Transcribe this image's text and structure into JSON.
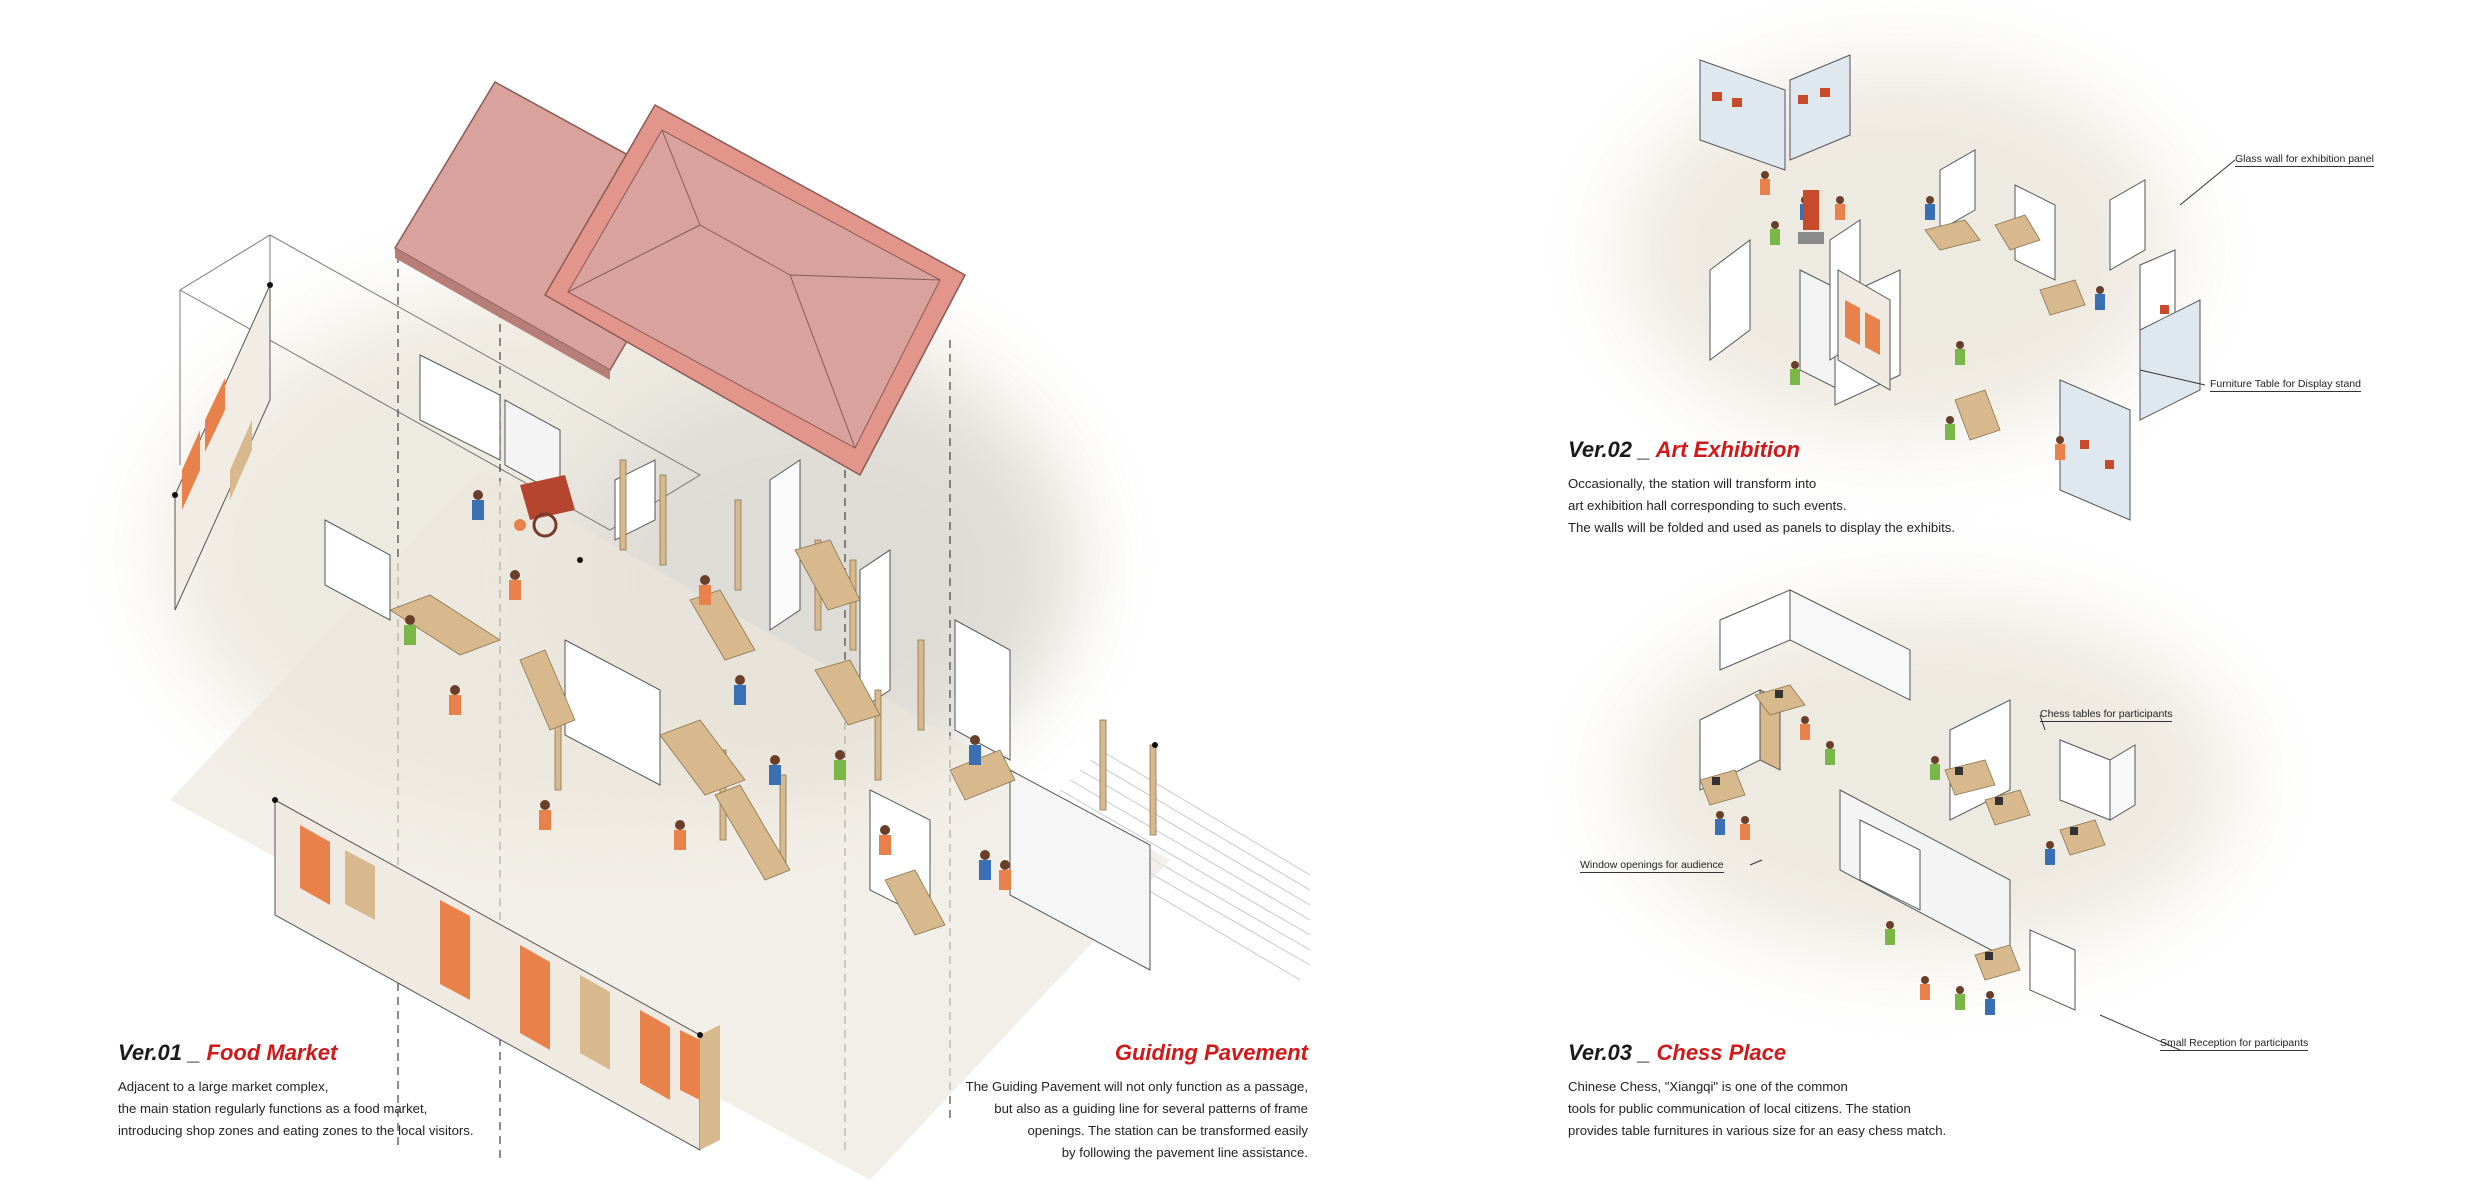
{
  "captions": {
    "food_market": {
      "ver": "Ver.01 _",
      "name": "Food Market",
      "lines": [
        "Adjacent to a large market complex,",
        "the main station regularly functions as a food market,",
        "introducing shop zones and eating zones to the local visitors."
      ]
    },
    "guiding_pavement": {
      "name": "Guiding Pavement",
      "lines": [
        "The Guiding Pavement will not only function as a passage,",
        "but also as a guiding line for several patterns of frame",
        "openings. The station can be transformed easily",
        "by following the pavement line assistance."
      ]
    },
    "art_exhibition": {
      "ver": "Ver.02 _",
      "name": "Art Exhibition",
      "lines": [
        "Occasionally, the station will transform into",
        "art exhibition hall corresponding to such events.",
        "The walls will be folded and used as panels to display the exhibits."
      ]
    },
    "chess_place": {
      "ver": "Ver.03 _",
      "name": "Chess Place",
      "lines": [
        "Chinese Chess, \"Xiangqi\" is one of the common",
        "tools for public communication of local citizens. The station",
        "provides table furnitures in various size for an easy chess match."
      ]
    }
  },
  "annotations": {
    "glass_wall": "Glass wall for exhibition panel",
    "furniture_table": "Furniture Table for Display stand",
    "chess_tables": "Chess tables for participants",
    "window_openings": "Window openings for audience",
    "small_reception": "Small Reception for participants"
  },
  "colors": {
    "accent_red": "#d0191a",
    "roof": "#d9a29c",
    "roof_edge": "#e2958a",
    "wood": "#d8b98e",
    "orange_panel": "#e8824a",
    "ground": "#ebe7dc"
  }
}
